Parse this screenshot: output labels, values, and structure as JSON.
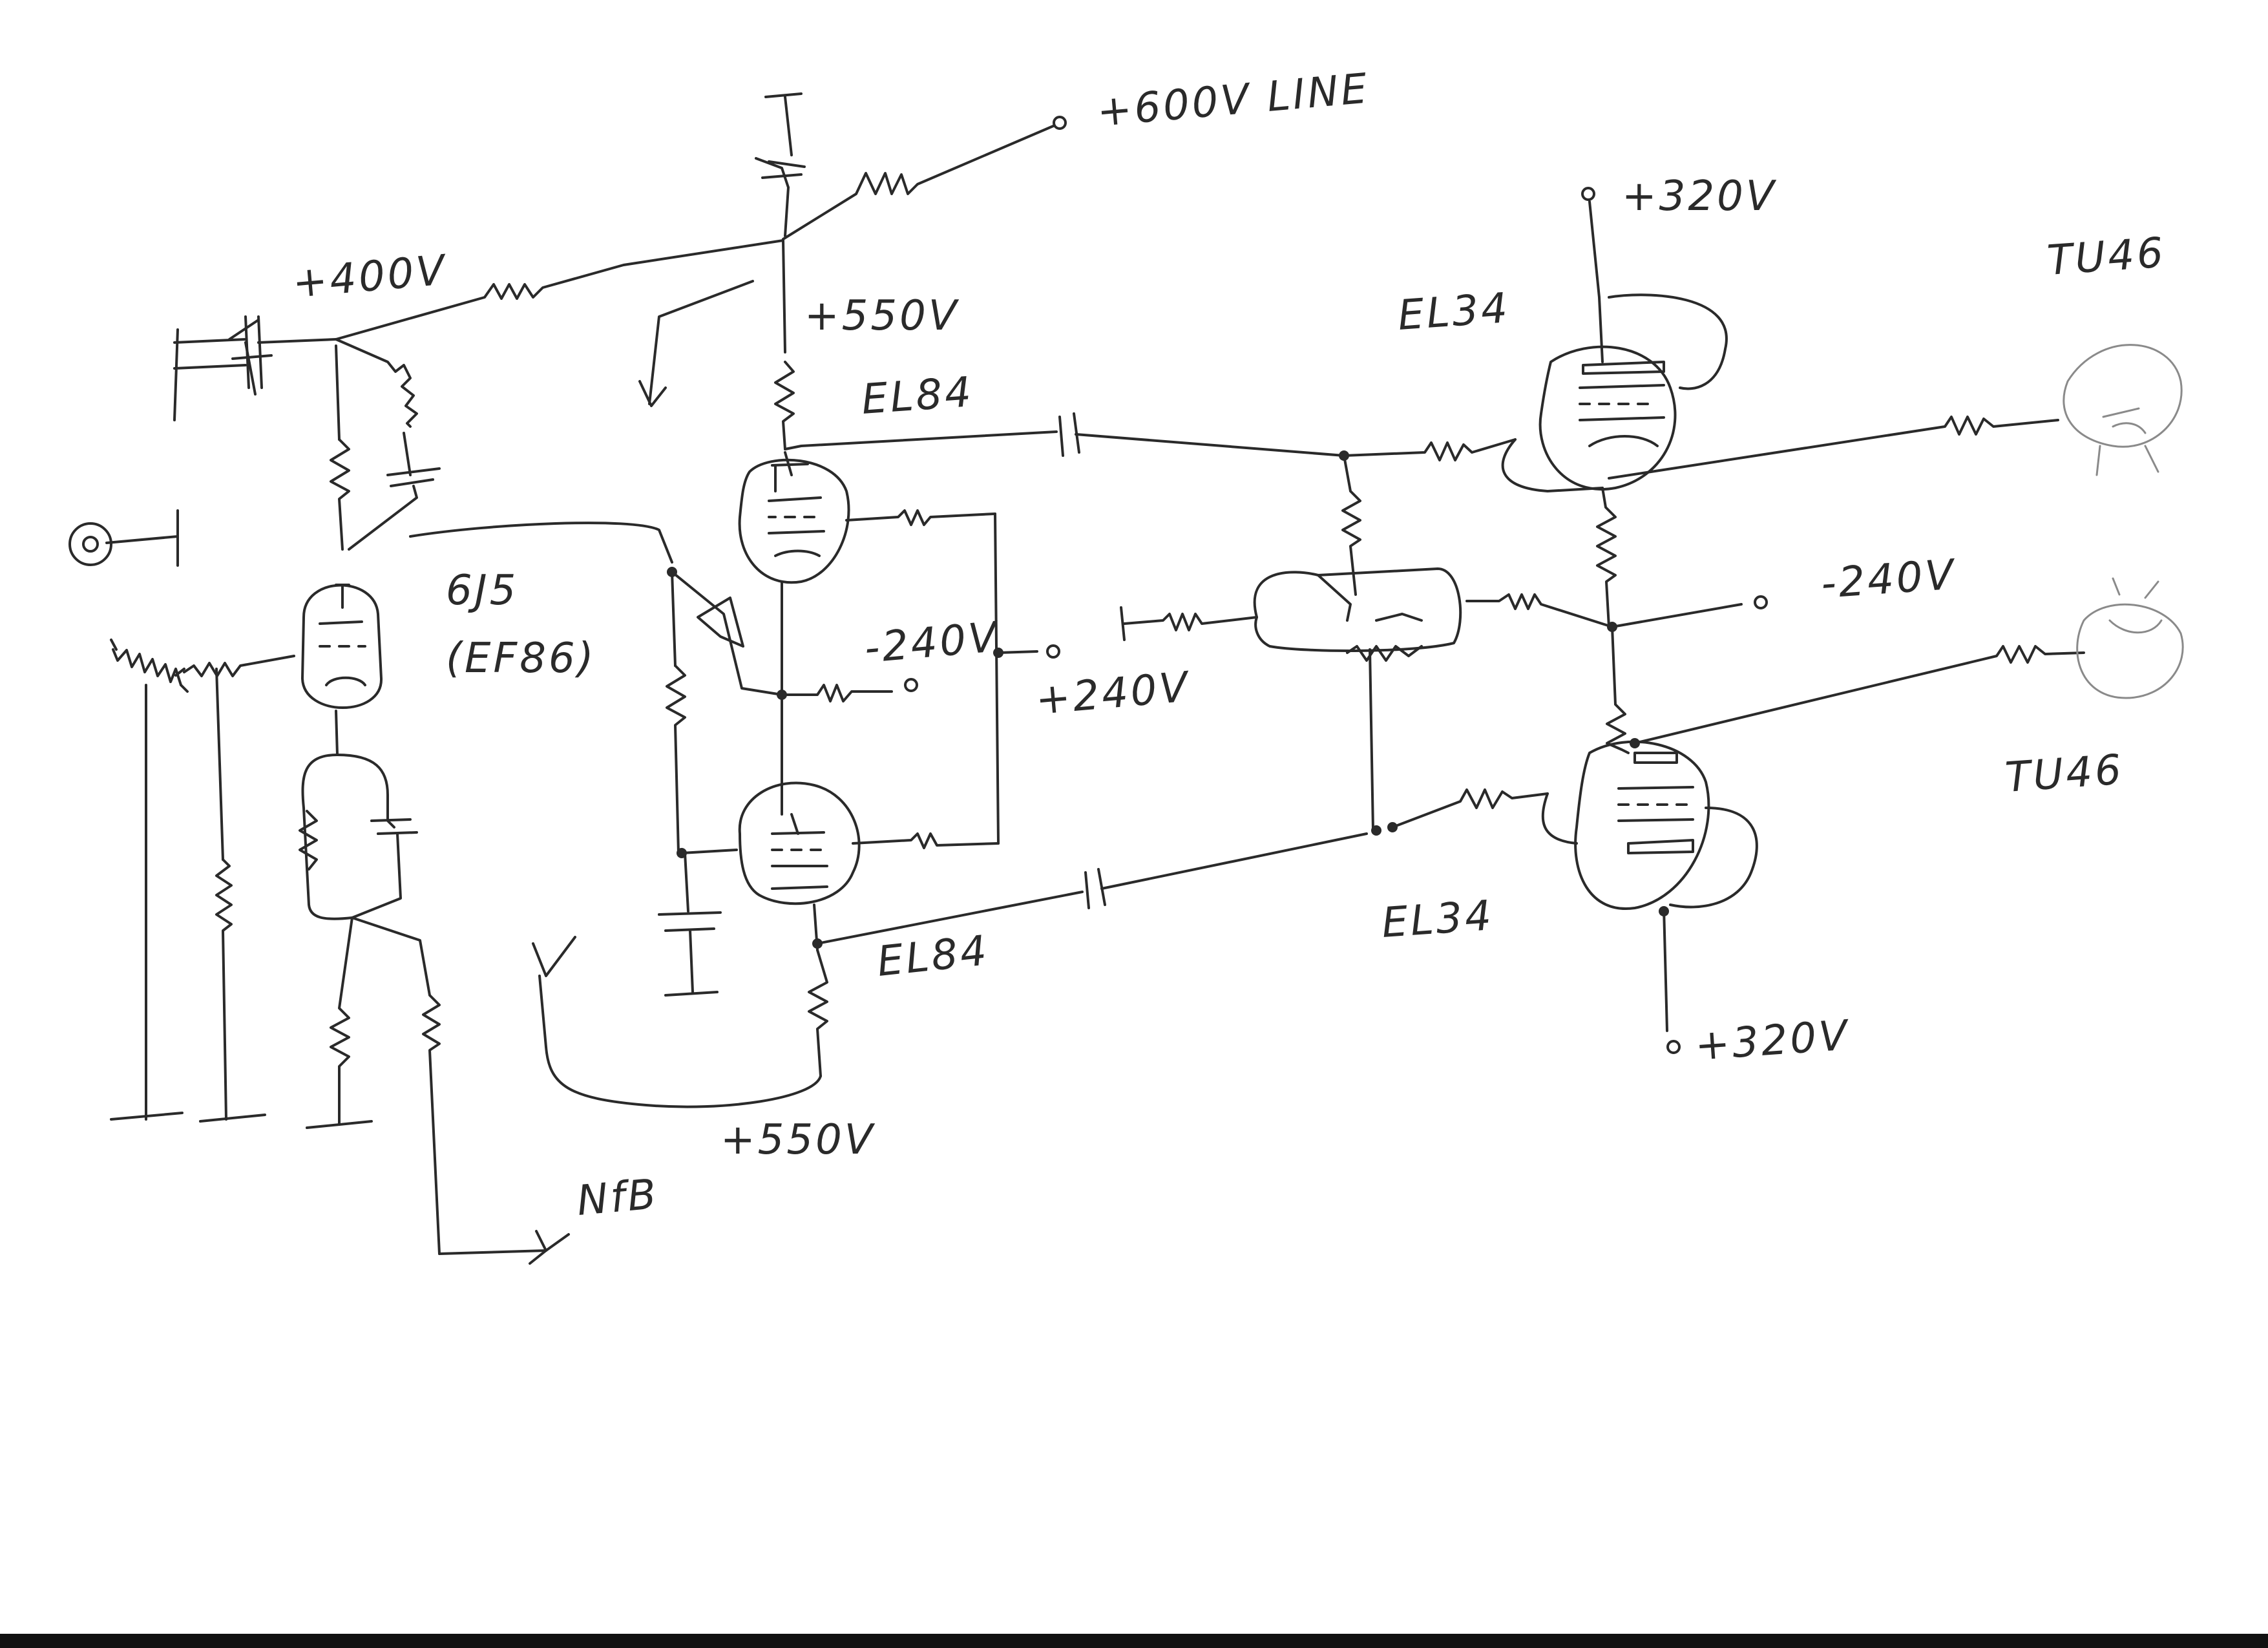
{
  "labels": {
    "line_600v": "+600V LINE",
    "v400": "+400V",
    "v550_top": "+550V",
    "v550_bottom": "+550V",
    "v320_top": "+320V",
    "v320_bottom": "+320V",
    "neg240_mid": "-240V",
    "pos240": "+240V",
    "neg240_right": "-240V",
    "el84_top": "EL84",
    "el84_bottom": "EL84",
    "el34_top": "EL34",
    "el34_bottom": "EL34",
    "tube_6j5": "6J5",
    "tube_ef86": "(EF86)",
    "tu46_top": "TU46",
    "tu46_bottom": "TU46",
    "nfb": "NfB"
  },
  "colors": {
    "ink": "#2a2a2a",
    "faint": "#8a8a8a",
    "paper": "#ffffff"
  }
}
